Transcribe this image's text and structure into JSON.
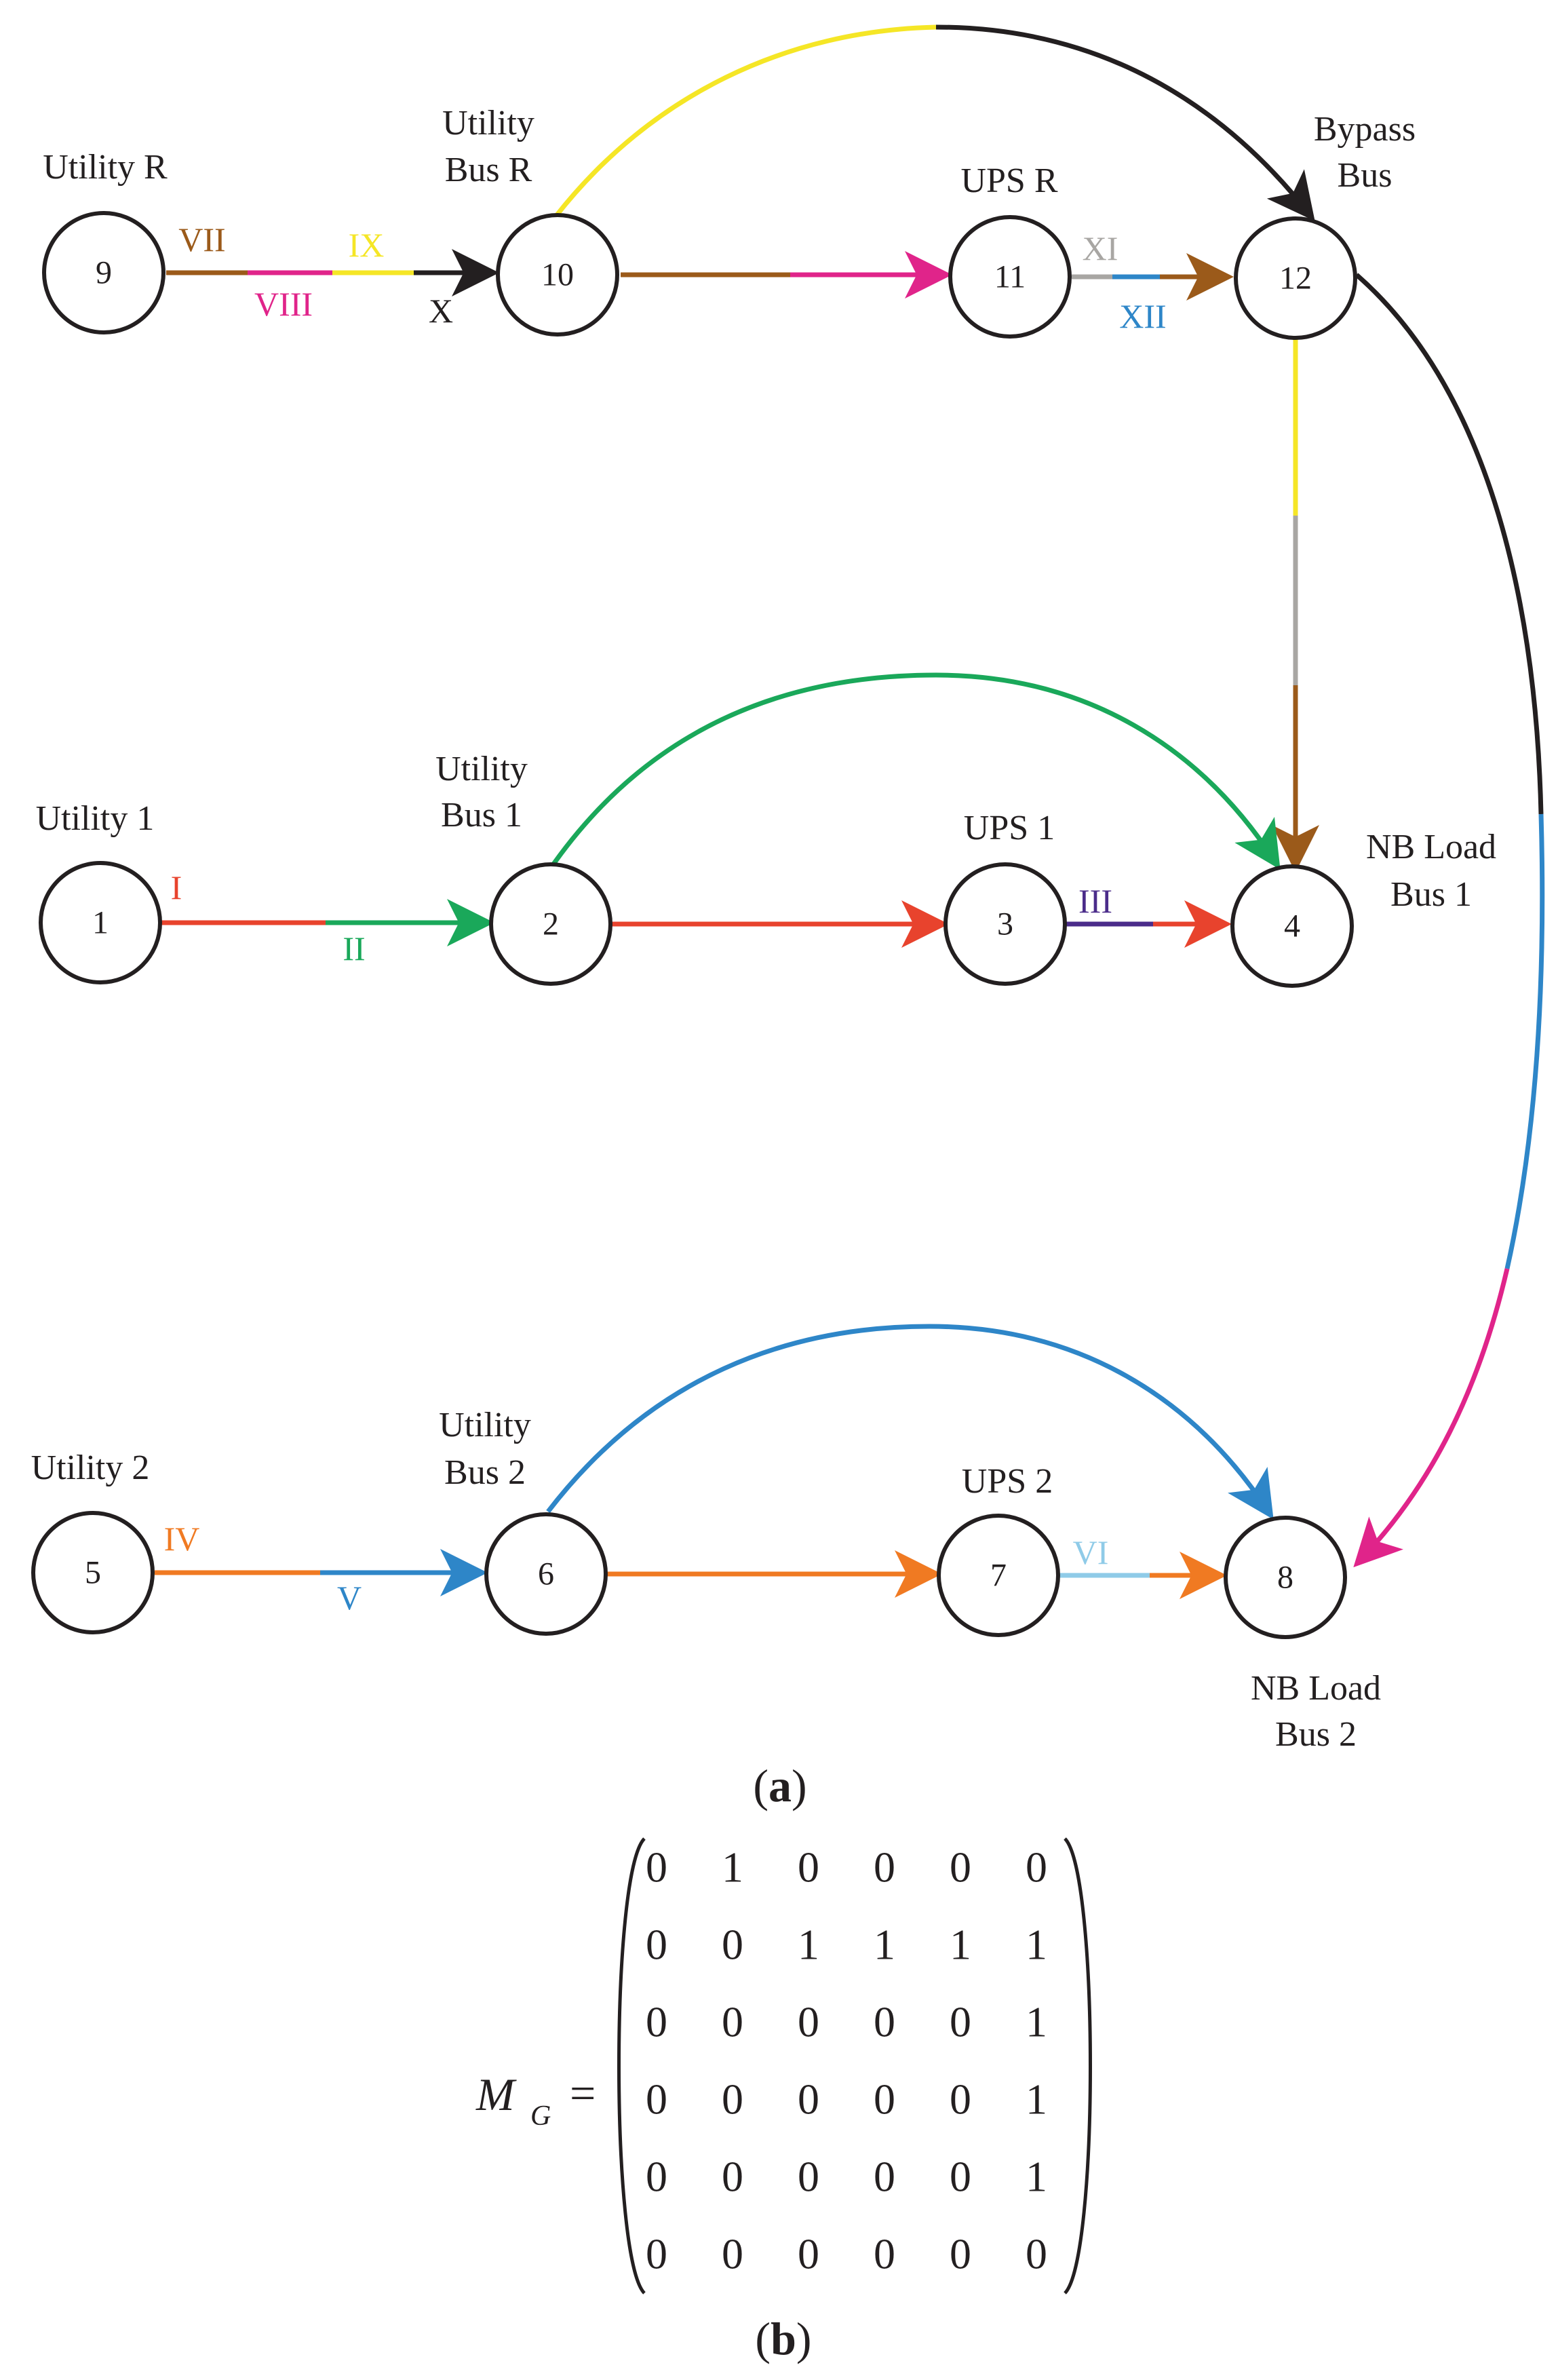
{
  "colors": {
    "black": "#231f20",
    "brown": "#9b5a1a",
    "magenta": "#e0248a",
    "yellow": "#f5e626",
    "gray": "#a8a6a3",
    "blue": "#2e86c8",
    "red": "#e8432d",
    "green": "#1aa85a",
    "purple": "#4b2c8a",
    "orange": "#f07a22",
    "lightblue": "#8fcbe8"
  },
  "nodes": [
    {
      "id": "9",
      "caption": [
        "Utility R"
      ]
    },
    {
      "id": "10",
      "caption": [
        "Utility",
        "Bus R"
      ]
    },
    {
      "id": "11",
      "caption": [
        "UPS R"
      ]
    },
    {
      "id": "12",
      "caption": [
        "Bypass",
        "Bus"
      ]
    },
    {
      "id": "1",
      "caption": [
        "Utility 1"
      ]
    },
    {
      "id": "2",
      "caption": [
        "Utility",
        "Bus 1"
      ]
    },
    {
      "id": "3",
      "caption": [
        "UPS 1"
      ]
    },
    {
      "id": "4",
      "caption": [
        "NB Load",
        "Bus 1"
      ]
    },
    {
      "id": "5",
      "caption": [
        "Utility 2"
      ]
    },
    {
      "id": "6",
      "caption": [
        "Utility",
        "Bus 2"
      ]
    },
    {
      "id": "7",
      "caption": [
        "UPS 2"
      ]
    },
    {
      "id": "8",
      "caption": [
        "NB Load",
        "Bus 2"
      ]
    }
  ],
  "edge_labels": {
    "VII": "VII",
    "VIII": "VIII",
    "IX": "IX",
    "X": "X",
    "XI": "XI",
    "XII": "XII",
    "I": "I",
    "II": "II",
    "III": "III",
    "IV": "IV",
    "V": "V",
    "VI": "VI"
  },
  "figure_labels": {
    "a_open": "(",
    "a_letter": "a",
    "a_close": ")",
    "b_open": "(",
    "b_letter": "b",
    "b_close": ")"
  },
  "matrix": {
    "name": "M",
    "subscript": "G",
    "equals": "=",
    "rows": [
      [
        "0",
        "1",
        "0",
        "0",
        "0",
        "0"
      ],
      [
        "0",
        "0",
        "1",
        "1",
        "1",
        "1"
      ],
      [
        "0",
        "0",
        "0",
        "0",
        "0",
        "1"
      ],
      [
        "0",
        "0",
        "0",
        "0",
        "0",
        "1"
      ],
      [
        "0",
        "0",
        "0",
        "0",
        "0",
        "1"
      ],
      [
        "0",
        "0",
        "0",
        "0",
        "0",
        "0"
      ]
    ]
  }
}
